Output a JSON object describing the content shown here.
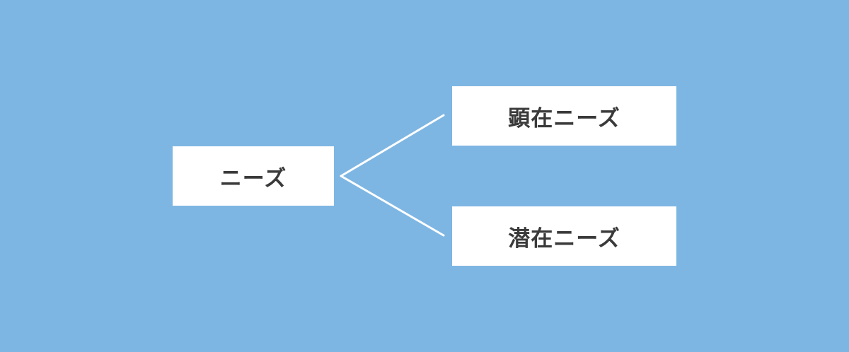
{
  "colors": {
    "background": "#7eb6e3",
    "node_fill": "#ffffff",
    "node_text": "#3a3a3a",
    "connector": "#ffffff"
  },
  "diagram": {
    "root": {
      "label": "ニーズ"
    },
    "children": [
      {
        "label": "顕在ニーズ"
      },
      {
        "label": "潜在ニーズ"
      }
    ]
  }
}
